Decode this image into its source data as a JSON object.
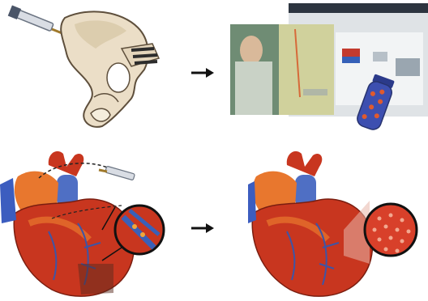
{
  "figure": {
    "rows": [
      {
        "left": "bone-marrow-aspiration",
        "right": "cell-processing-lab"
      },
      {
        "left": "heart-injection",
        "right": "regenerated-heart"
      }
    ],
    "colors": {
      "bone": "#e9dcc3",
      "bone_shadow": "#b9a586",
      "heart_red": "#c8361f",
      "heart_orange": "#e8772e",
      "vein_blue": "#4f6fc4",
      "vial_blue": "#3d4fb0",
      "lab_bg": "#6f8c74",
      "arrow": "#111111"
    }
  }
}
